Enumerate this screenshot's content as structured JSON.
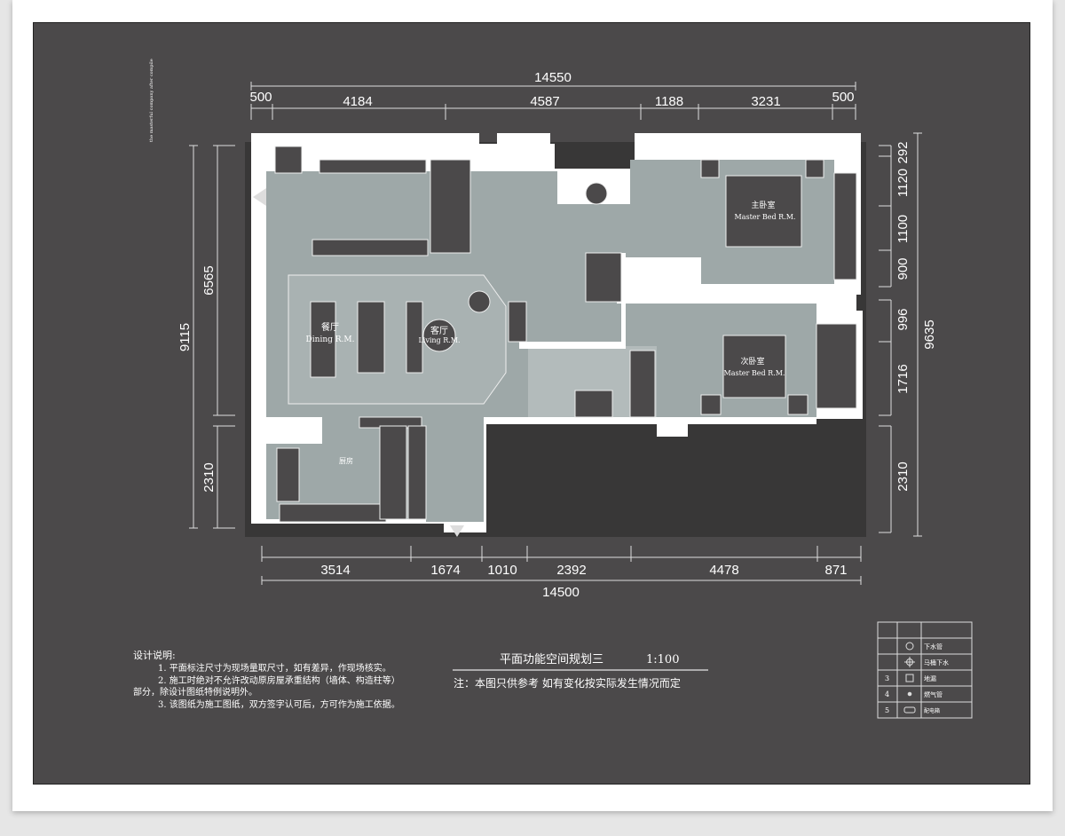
{
  "drawing": {
    "vertical_note": "the masterful company after compile",
    "overall_top": "14550",
    "top_dims": [
      "500",
      "4184",
      "4587",
      "1188",
      "3231",
      "500"
    ],
    "overall_bottom": "14500",
    "bottom_dims": [
      "3514",
      "1674",
      "1010",
      "2392",
      "4478",
      "871"
    ],
    "left_overall": "9115",
    "left_dims": [
      "6565",
      "2310"
    ],
    "right_overall": "9635",
    "right_dims": [
      "292",
      "1120",
      "1100",
      "900",
      "996",
      "1716",
      "2310"
    ]
  },
  "rooms": {
    "dining_cn": "餐厅",
    "dining_en": "Dining R.M.",
    "living_cn": "客厅",
    "living_en": "Living R.M.",
    "master_cn": "主卧室",
    "master_en": "Master Bed R.M.",
    "second_cn": "次卧室",
    "second_en": "Master Bed R.M.",
    "kitchen_cn": "厨房"
  },
  "notes": {
    "heading": "设计说明:",
    "lines": [
      "1. 平面标注尺寸为现场量取尺寸，如有差异，作现场核实。",
      "2. 施工时绝对不允许改动原房屋承重结构（墙体、构造柱等）",
      "部分，除设计图纸特例说明外。",
      "3. 该图纸为施工图纸，双方签字认可后，方可作为施工依据。"
    ]
  },
  "title": {
    "name": "平面功能空间规划三",
    "scale": "1:100",
    "note": "注：本图只供参考 如有变化按实际发生情况而定"
  },
  "legend": {
    "rows": [
      {
        "num": "",
        "icon": "",
        "label": ""
      },
      {
        "num": "",
        "icon": "drain-pipe-icon",
        "label": "下水管"
      },
      {
        "num": "",
        "icon": "toilet-drain-icon",
        "label": "马桶下水"
      },
      {
        "num": "3",
        "icon": "floor-drain-icon",
        "label": "地漏"
      },
      {
        "num": "4",
        "icon": "gas-pipe-icon",
        "label": "燃气管"
      },
      {
        "num": "5",
        "icon": "distribution-box-icon",
        "label": "配电箱"
      }
    ]
  },
  "colors": {
    "background": "#4b494a",
    "floor": "#9ea8a8",
    "wall": "#ffffff",
    "furniture": "#4b494a"
  }
}
